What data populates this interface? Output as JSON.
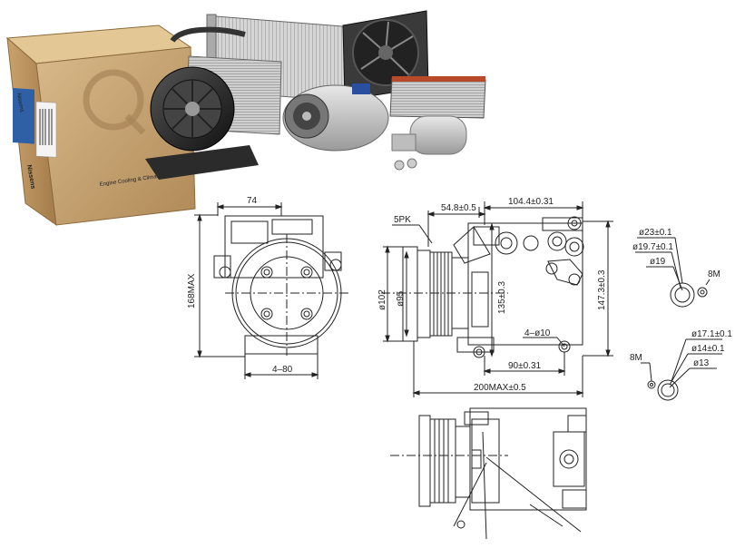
{
  "box": {
    "brand_top": "Nissens",
    "brand_side": "Nissens",
    "side_text": "Engine Cooling & Climate"
  },
  "drawing": {
    "front_view": {
      "width_top": "74",
      "height_left": "168MAX",
      "bottom": "4–80"
    },
    "side_view": {
      "top_a": "54.8±0.5",
      "top_b": "104.4±0.31",
      "belt": "5PK",
      "dia_outer": "ø102",
      "dia_inner": "ø95",
      "center_h": "135±0.3",
      "height_right": "147.3±0.3",
      "holes": "4–ø10",
      "bottom_a": "90±0.31",
      "total": "200MAX±0.5"
    },
    "port_top": {
      "d1": "ø23±0.1",
      "d2": "ø19.7±0.1",
      "d3": "ø19",
      "thread": "8M"
    },
    "port_bottom": {
      "d1": "ø17.1±0.1",
      "d2": "ø14±0.1",
      "d3": "ø13",
      "thread": "8M"
    }
  }
}
